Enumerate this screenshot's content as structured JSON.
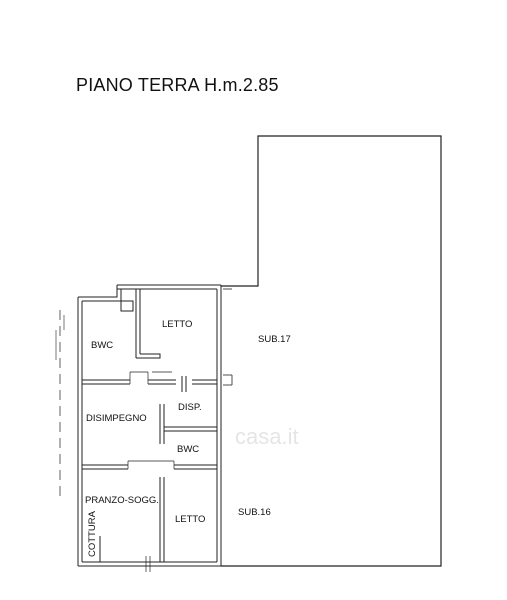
{
  "plan": {
    "title": "PIANO TERRA H.m.2.85",
    "rooms": {
      "bwc_top": "BWC",
      "letto_top": "LETTO",
      "sub17": "SUB.17",
      "disimpegno": "DISIMPEGNO",
      "disp": "DISP.",
      "bwc_mid": "BWC",
      "pranzo": "PRANZO-SOGG.",
      "letto_bottom": "LETTO",
      "sub16": "SUB.16",
      "cottura": "COTTURA"
    },
    "watermark": "casa.it"
  },
  "colors": {
    "line": "#222222",
    "watermark": "#cfcfcf"
  }
}
